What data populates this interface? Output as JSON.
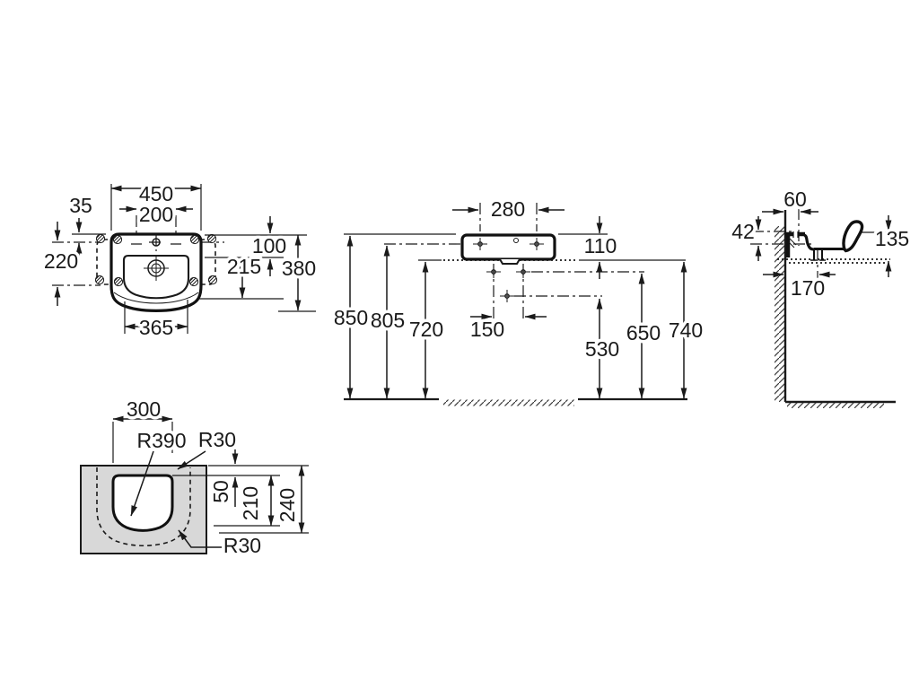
{
  "drawing": {
    "front_view": {
      "overall_width": "450",
      "tap_hole_spacing": "200",
      "top_offset": "35",
      "fixing_span": "220",
      "rim_to_bowl": "100",
      "bowl_depth": "215",
      "overall_depth": "380",
      "bowl_width": "365"
    },
    "installation_view": {
      "fixing_hole_spacing": "280",
      "body_height": "110",
      "rim_height": "850",
      "fixing_height": "805",
      "clearance_height": "720",
      "bracket_spacing": "150",
      "trap_height": "530",
      "supply_height": "650",
      "outlet_height": "740"
    },
    "side_view": {
      "fixing_depth": "60",
      "rim_drop": "42",
      "front_height": "135",
      "drain_offset": "170"
    },
    "cutout_view": {
      "cutout_width": "300",
      "front_radius": "R390",
      "corner_radius_top": "R30",
      "corner_radius_bottom": "R30",
      "edge_offset": "50",
      "cutout_depth": "210",
      "overall_depth": "240"
    },
    "colors": {
      "line": "#1a1a1a",
      "counter_fill": "#d8d8d8",
      "background": "#ffffff"
    }
  }
}
